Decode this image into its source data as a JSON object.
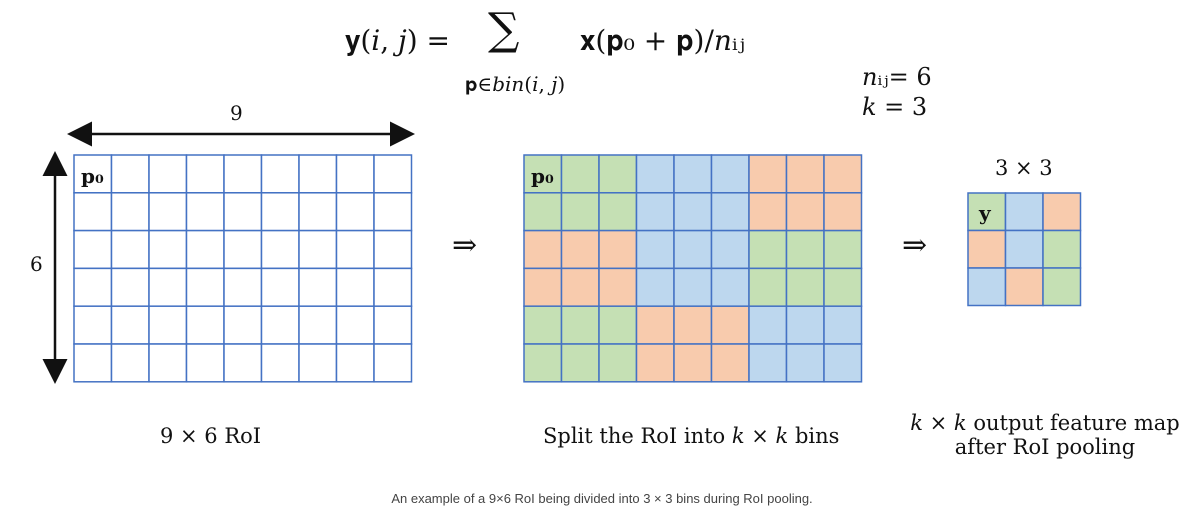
{
  "formula": {
    "lhs": "𝐲(𝑖, 𝑗) =",
    "sigma": "∑",
    "rhs": "𝐱(𝐩₀ + 𝐩)/𝑛ᵢⱼ",
    "sum_index": "𝐩∈𝑏𝑖𝑛(𝑖, 𝑗)"
  },
  "params": {
    "nij": "𝑛ᵢⱼ= 6",
    "k": "𝑘 = 3"
  },
  "roi_grid": {
    "width_label": "9",
    "height_label": "6",
    "origin_label": "𝐩₀",
    "caption": "9 × 6 RoI",
    "cols": 9,
    "rows": 6
  },
  "bins_grid": {
    "origin_label": "𝐩₀",
    "caption": "Split the RoI into 𝑘 × 𝑘 bins",
    "cols": 9,
    "rows": 6,
    "bin_colors": [
      [
        "c1",
        "c2",
        "c3"
      ],
      [
        "c3",
        "c2",
        "c1"
      ],
      [
        "c1",
        "c3",
        "c2"
      ]
    ]
  },
  "output_grid": {
    "title": "3 × 3",
    "cell_label": "𝐲",
    "caption_line1": "𝑘 × 𝑘 output feature map",
    "caption_line2": "after RoI pooling",
    "colors": [
      [
        "c1",
        "c2",
        "c3"
      ],
      [
        "c3",
        "c2",
        "c1"
      ],
      [
        "c2",
        "c3",
        "c1"
      ]
    ]
  },
  "implies_symbol": "⇒",
  "colors": {
    "grid_line": "#4472C4",
    "c1": "#C6EFCE",
    "c2": "#BDD7EE",
    "c3": "#F8CBAD",
    "green": "#C5E0B4",
    "blue": "#BDD7EE",
    "orange": "#F8CBAD"
  },
  "footer": "An example of a 9×6 RoI being divided into 3 × 3 bins during RoI pooling."
}
